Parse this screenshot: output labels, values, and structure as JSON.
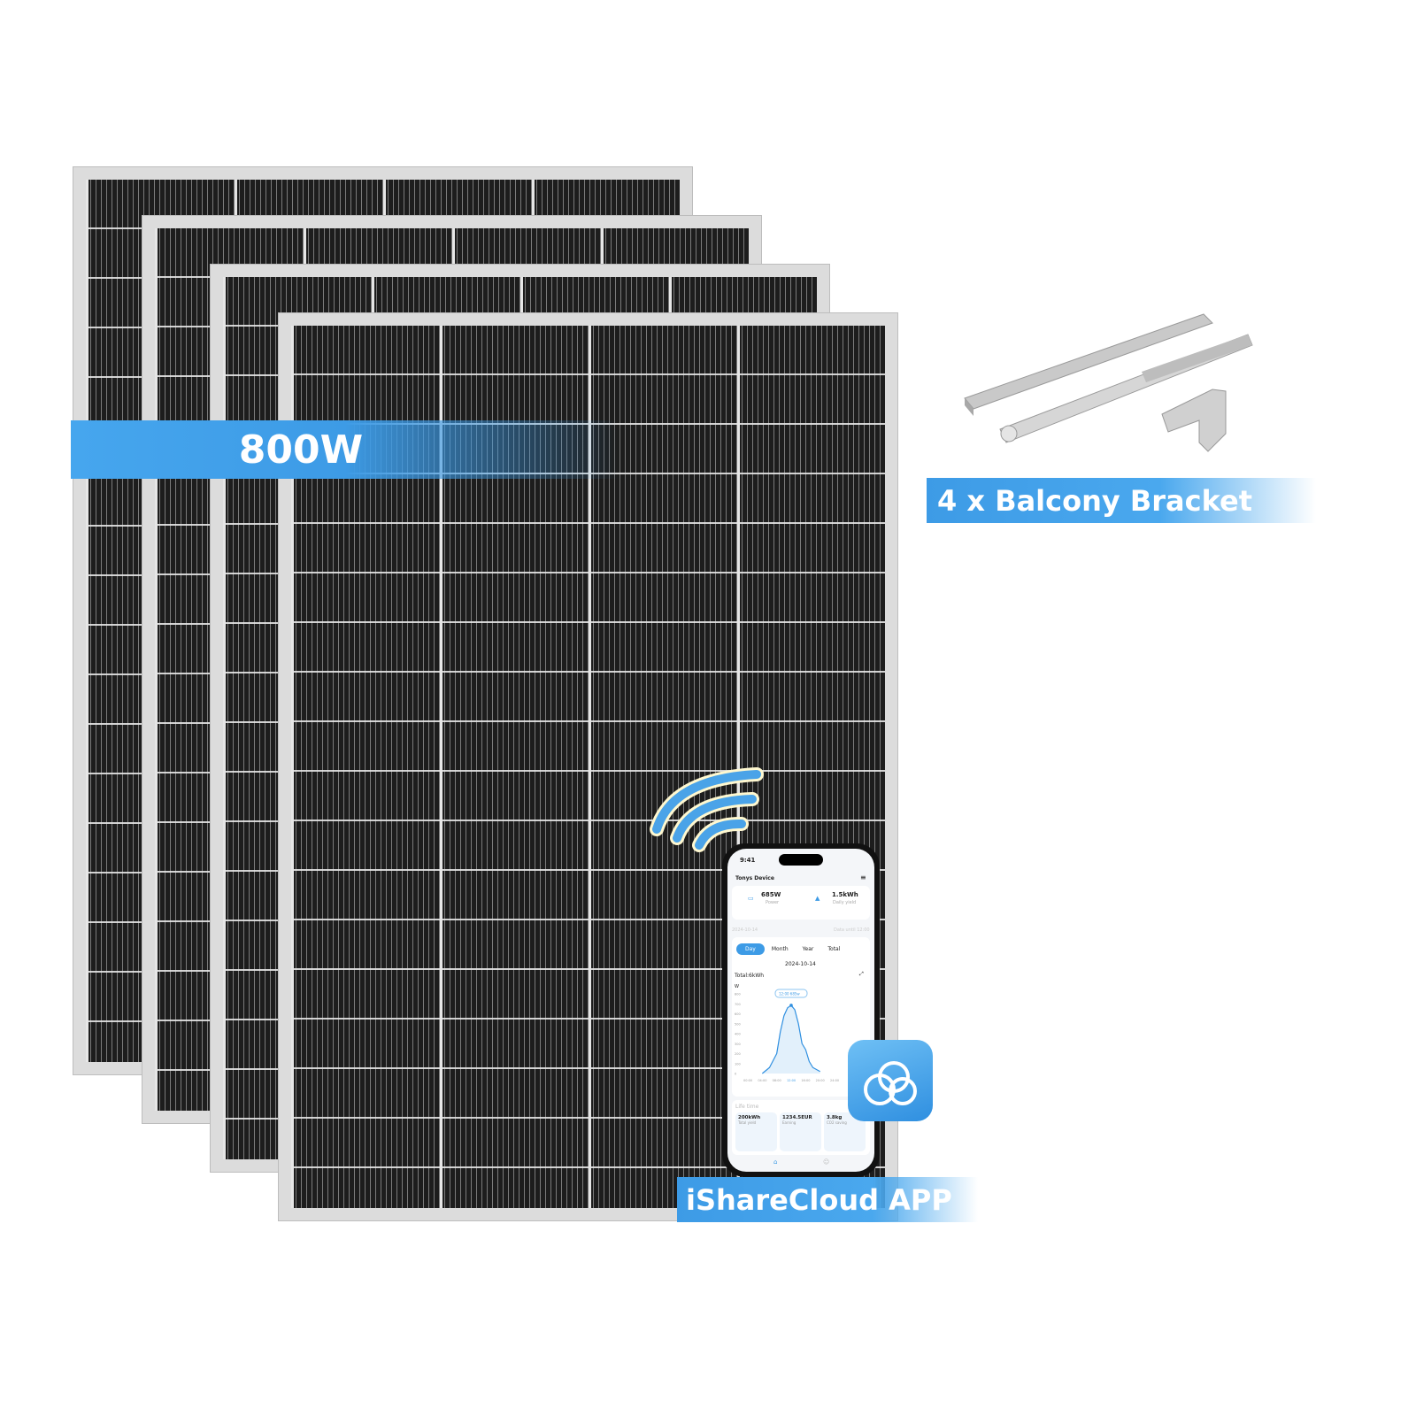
{
  "banners": {
    "power": "800W",
    "bracket": "4 x  Balcony Bracket",
    "app": "iShareCloud APP"
  },
  "colors": {
    "accent": "#3d9be6",
    "frame": "#dcdcdc",
    "cell": "#1d1d1d"
  },
  "phone": {
    "time": "9:41",
    "device": "Tonys Device",
    "power_value": "685W",
    "power_label": "Power",
    "yield_value": "1.5kWh",
    "yield_label": "Daily yield",
    "date_left": "2024-10-14",
    "date_right": "Data until 12:00",
    "tabs": [
      "Day",
      "Month",
      "Year",
      "Total"
    ],
    "selected_date": "2024-10-14",
    "total": "Total:6kWh",
    "chart": {
      "type": "line",
      "ylabel": "W",
      "yticks": [
        "800",
        "700",
        "600",
        "500",
        "400",
        "300",
        "200",
        "100",
        "0"
      ],
      "xticks": [
        "00:00",
        "04:00",
        "08:00",
        "12:00",
        "16:00",
        "20:00",
        "24:00"
      ],
      "tooltip": "12:00  685w",
      "x": [
        4,
        6,
        8,
        9,
        10,
        11,
        12,
        13,
        14,
        15,
        16,
        17,
        18,
        19,
        20
      ],
      "y": [
        0,
        60,
        200,
        420,
        580,
        660,
        685,
        640,
        500,
        300,
        240,
        120,
        60,
        40,
        20
      ]
    },
    "lifetime_title": "Life time",
    "stats": [
      {
        "value": "200kWh",
        "label": "Total yield"
      },
      {
        "value": "1234.5EUR",
        "label": "Earning"
      },
      {
        "value": "3.8kg",
        "label": "CO2 saving"
      }
    ]
  }
}
